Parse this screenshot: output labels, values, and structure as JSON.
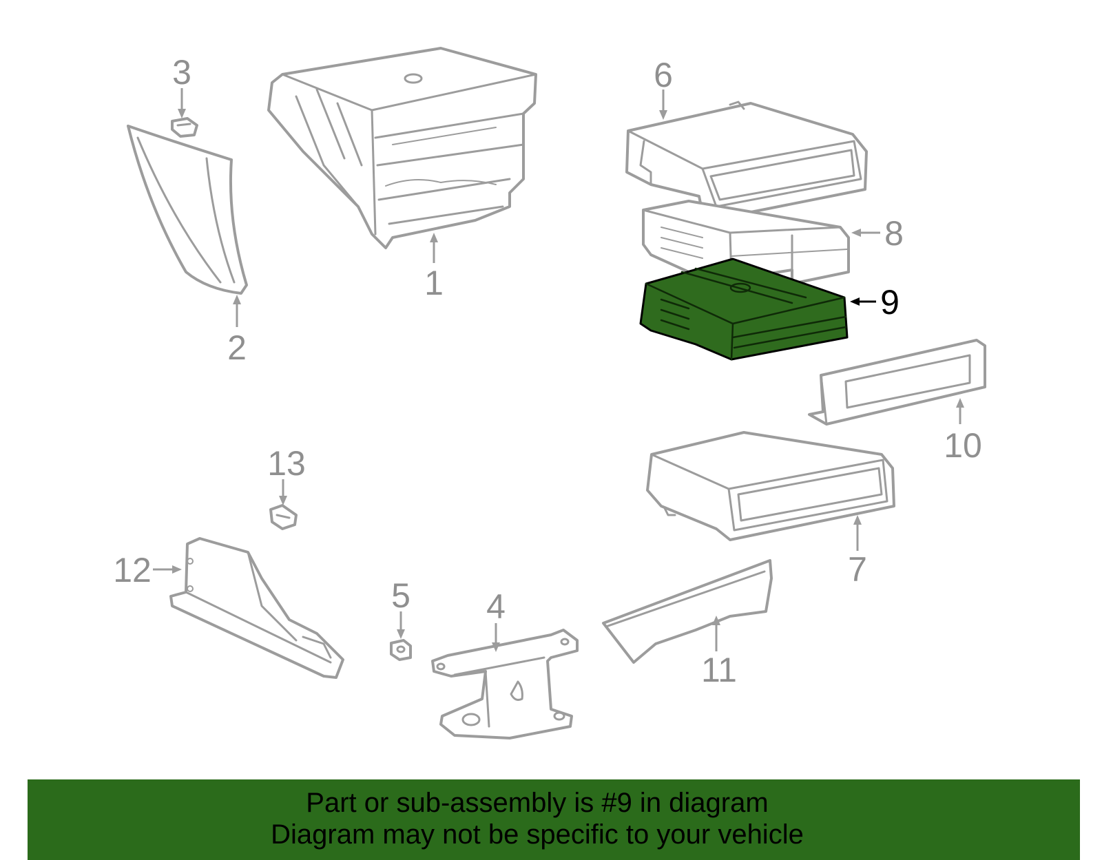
{
  "callouts": [
    {
      "num": "1",
      "highlighted": false
    },
    {
      "num": "2",
      "highlighted": false
    },
    {
      "num": "3",
      "highlighted": false
    },
    {
      "num": "4",
      "highlighted": false
    },
    {
      "num": "5",
      "highlighted": false
    },
    {
      "num": "6",
      "highlighted": false
    },
    {
      "num": "7",
      "highlighted": false
    },
    {
      "num": "8",
      "highlighted": false
    },
    {
      "num": "9",
      "highlighted": true
    },
    {
      "num": "10",
      "highlighted": false
    },
    {
      "num": "11",
      "highlighted": false
    },
    {
      "num": "12",
      "highlighted": false
    },
    {
      "num": "13",
      "highlighted": false
    }
  ],
  "banner": {
    "line1": "Part or sub-assembly is #9 in diagram",
    "line2": "Diagram may not be specific to your vehicle"
  },
  "colors": {
    "highlight_fill": "#2f6b1e",
    "banner_bg": "#2b6b1b",
    "part_stroke": "#9c9c9c",
    "callout_text": "#8f8f8f"
  }
}
